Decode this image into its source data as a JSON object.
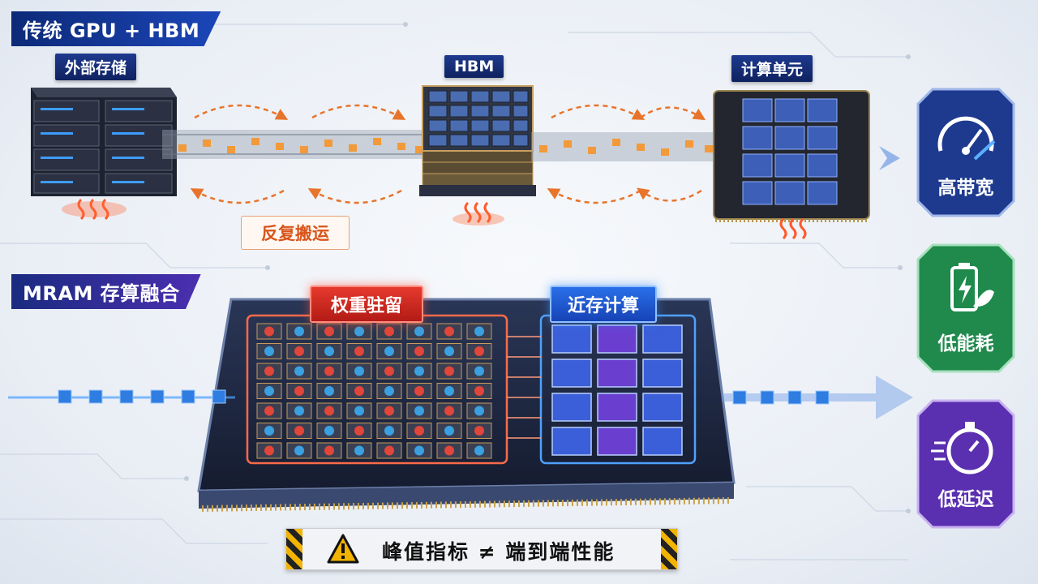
{
  "top_section": {
    "title": "传统 GPU + HBM",
    "storage_label": "外部存储",
    "hbm_label": "HBM",
    "compute_label": "计算单元",
    "transfer_label": "反复搬运"
  },
  "bottom_section": {
    "title": "MRAM 存算融合",
    "weight_label": "权重驻留",
    "near_compute_label": "近存计算"
  },
  "benefits": [
    {
      "label": "高带宽",
      "icon": "speedometer-icon",
      "color": "#1e3a8f"
    },
    {
      "label": "低能耗",
      "icon": "battery-leaf-icon",
      "color": "#1f8a4c"
    },
    {
      "label": "低延迟",
      "icon": "stopwatch-icon",
      "color": "#5a2fb0"
    }
  ],
  "warning": {
    "icon": "warning-icon",
    "text": "峰值指标 ≠ 端到端性能"
  },
  "colors": {
    "navy": "#0d2a78",
    "orange": "#e8742b",
    "blue_glow": "#2f8bff",
    "red_glow": "#e6392d"
  }
}
